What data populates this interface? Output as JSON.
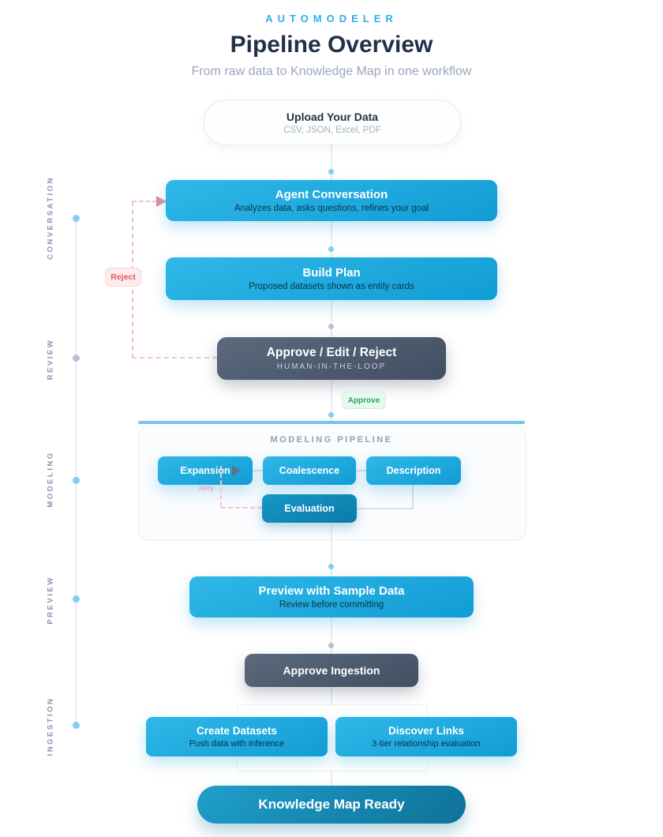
{
  "header": {
    "brand": "AUTOMODELER",
    "title": "Pipeline Overview",
    "subtitle": "From raw data to Knowledge Map in one workflow"
  },
  "rail": {
    "labels": [
      "CONVERSATION",
      "REVIEW",
      "MODELING",
      "PREVIEW",
      "INGESTION"
    ]
  },
  "nodes": {
    "upload": {
      "title": "Upload Your Data",
      "subtitle": "CSV, JSON, Excel, PDF"
    },
    "agent": {
      "title": "Agent Conversation",
      "subtitle": "Analyzes data, asks questions, refines your goal"
    },
    "build": {
      "title": "Build Plan",
      "subtitle": "Proposed datasets shown as entity cards"
    },
    "gate": {
      "title": "Approve / Edit / Reject",
      "subtitle": "HUMAN-IN-THE-LOOP"
    },
    "modeling": {
      "title": "MODELING PIPELINE",
      "steps": [
        "Expansion",
        "Coalescence",
        "Description"
      ],
      "evaluation": "Evaluation"
    },
    "preview": {
      "title": "Preview with Sample Data",
      "subtitle": "Review before committing"
    },
    "ingest_gate": {
      "title": "Approve Ingestion"
    },
    "create": {
      "title": "Create Datasets",
      "subtitle": "Push data with inference"
    },
    "discover": {
      "title": "Discover Links",
      "subtitle": "3-tier relationship evaluation"
    },
    "final": {
      "title": "Knowledge Map Ready"
    }
  },
  "badges": {
    "approve": "Approve",
    "reject": "Reject",
    "retry": "retry"
  },
  "colors": {
    "brand_blue": "#29b0e6",
    "title_navy": "#21304a",
    "node_blue_start": "#2fb8e8",
    "node_blue_end": "#119cd4",
    "node_dark_start": "#5b6a7d",
    "node_dark_end": "#424e61",
    "evaluation_start": "#1697c8",
    "evaluation_end": "#0c7ba6",
    "final_start": "#1f9fcb",
    "final_end": "#0e7298",
    "approve_green": "#27a567",
    "reject_red": "#e25c5c",
    "rail_gray": "#8696ae",
    "dot_blue": "#7fd0ee",
    "dot_gray": "#b7c1d2",
    "modeling_top_bar": "#74c4e8"
  }
}
